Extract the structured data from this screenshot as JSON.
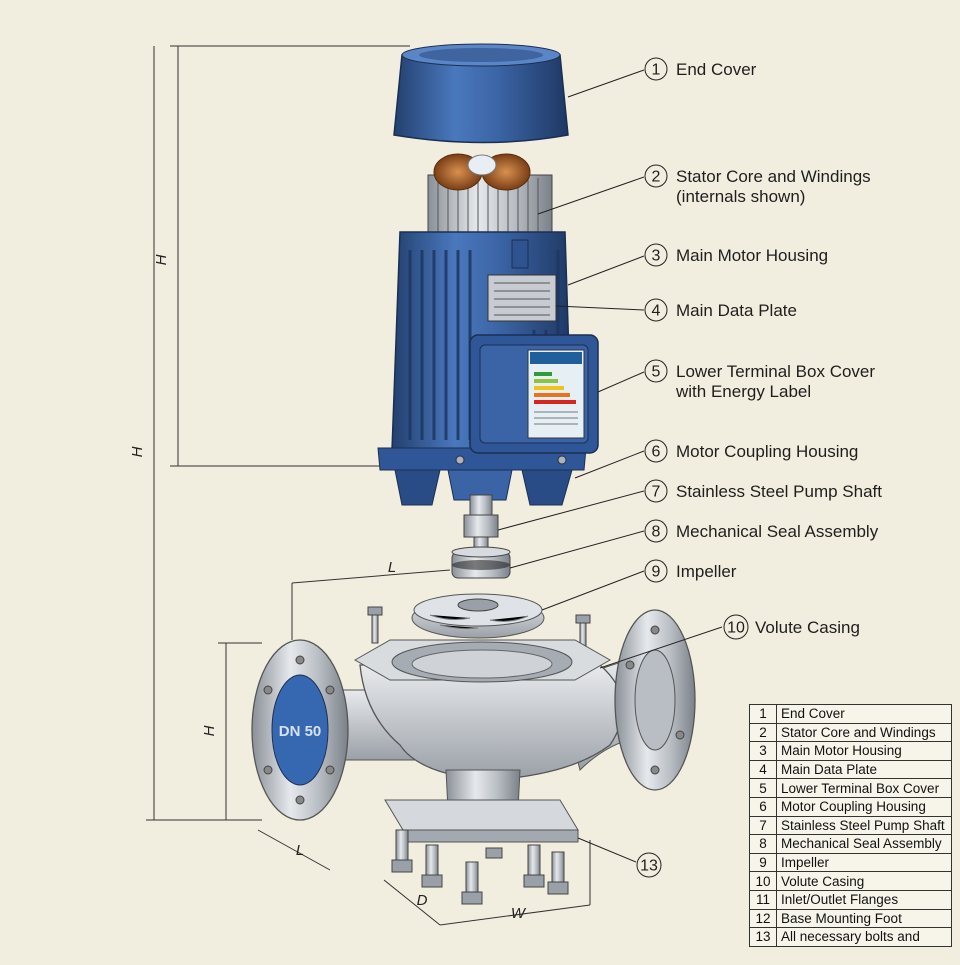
{
  "callouts": [
    {
      "num": "1",
      "lines": [
        "End Cover"
      ]
    },
    {
      "num": "2",
      "lines": [
        "Stator Core and Windings",
        "(internals shown)"
      ]
    },
    {
      "num": "3",
      "lines": [
        "Main Motor Housing"
      ]
    },
    {
      "num": "4",
      "lines": [
        "Main Data Plate"
      ]
    },
    {
      "num": "5",
      "lines": [
        "Lower Terminal Box Cover",
        "with Energy Label"
      ]
    },
    {
      "num": "6",
      "lines": [
        "Motor Coupling Housing"
      ]
    },
    {
      "num": "7",
      "lines": [
        "Stainless Steel Pump Shaft"
      ]
    },
    {
      "num": "8",
      "lines": [
        "Mechanical Seal Assembly"
      ]
    },
    {
      "num": "9",
      "lines": [
        "Impeller"
      ]
    },
    {
      "num": "10",
      "lines": [
        "Volute Casing"
      ]
    },
    {
      "num": "13",
      "lines": []
    }
  ],
  "dimensions": {
    "H_motor": "H",
    "H_total": "H",
    "H_pump": "H",
    "L_top": "L",
    "L_base": "L",
    "D": "D",
    "W": "W"
  },
  "flange_label": "DN 50",
  "parts_table": [
    {
      "num": "1",
      "name": "End Cover"
    },
    {
      "num": "2",
      "name": "Stator Core and Windings"
    },
    {
      "num": "3",
      "name": "Main Motor Housing"
    },
    {
      "num": "4",
      "name": "Main Data Plate"
    },
    {
      "num": "5",
      "name": "Lower Terminal Box Cover"
    },
    {
      "num": "6",
      "name": "Motor Coupling Housing"
    },
    {
      "num": "7",
      "name": "Stainless Steel Pump Shaft"
    },
    {
      "num": "8",
      "name": "Mechanical Seal Assembly"
    },
    {
      "num": "9",
      "name": "Impeller"
    },
    {
      "num": "10",
      "name": "Volute Casing"
    },
    {
      "num": "11",
      "name": "Inlet/Outlet Flanges"
    },
    {
      "num": "12",
      "name": "Base Mounting Foot"
    },
    {
      "num": "13",
      "name": "All necessary bolts and"
    }
  ],
  "colors": {
    "motor_blue": "#3a64a6",
    "steel": "#c9cdd2",
    "background": "#f2eedf"
  }
}
